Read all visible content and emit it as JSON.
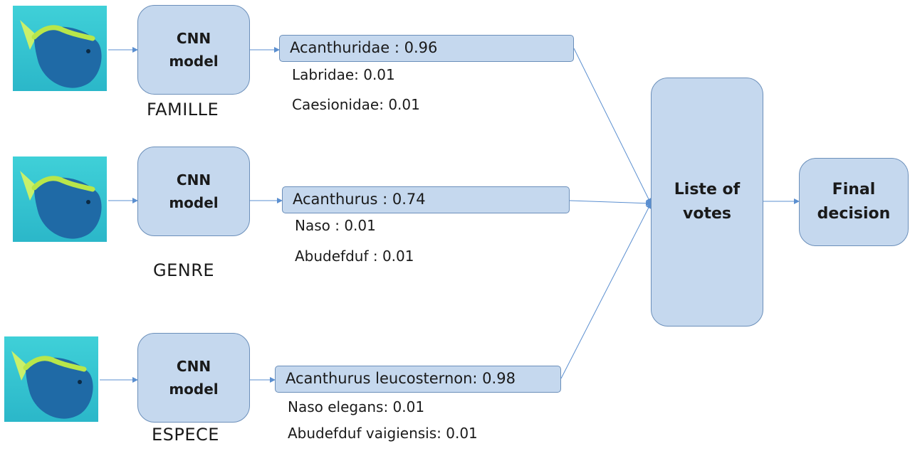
{
  "rows": [
    {
      "model_label": "CNN\nmodel",
      "level": "FAMILLE",
      "top_prediction": "Acanthuridae : 0.96",
      "other_predictions": [
        "Labridae: 0.01",
        "Caesionidae: 0.01"
      ]
    },
    {
      "model_label": "CNN\nmodel",
      "level": "GENRE",
      "top_prediction": "Acanthurus : 0.74",
      "other_predictions": [
        "Naso : 0.01",
        "Abudefduf : 0.01"
      ]
    },
    {
      "model_label": "CNN\nmodel",
      "level": "ESPECE",
      "top_prediction": "Acanthurus leucosternon: 0.98",
      "other_predictions": [
        "Naso elegans: 0.01",
        "Abudefduf vaigiensis: 0.01"
      ]
    }
  ],
  "votes_label": "Liste of\nvotes",
  "decision_label": "Final\ndecision",
  "colors": {
    "box_fill": "#c5d8ee",
    "box_border": "#6b8fba",
    "arrow": "#5b8fd0",
    "water": "#35c4cf"
  }
}
